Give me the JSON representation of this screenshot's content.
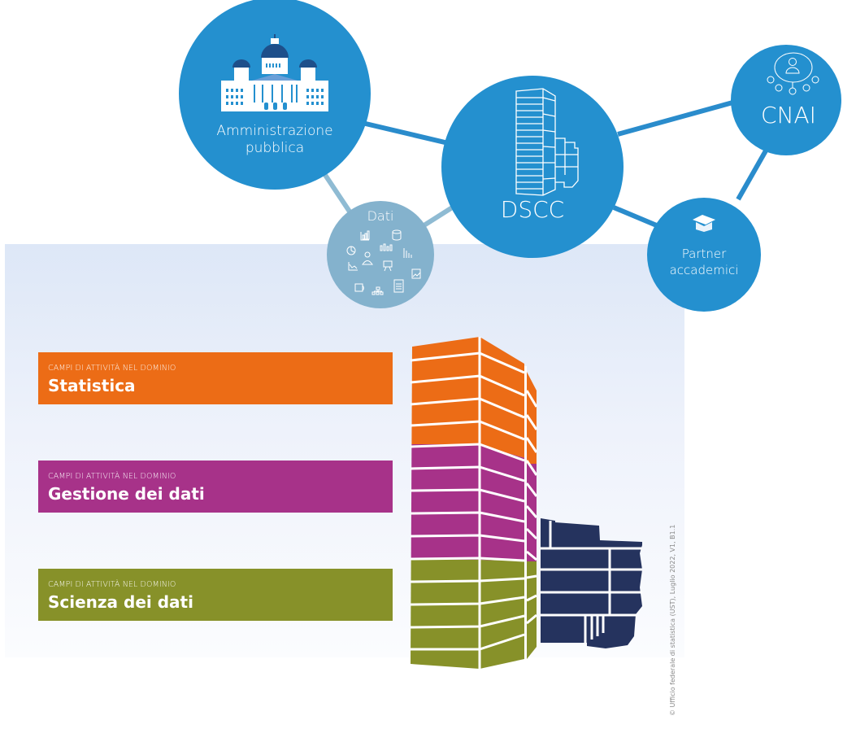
{
  "colors": {
    "node_blue": "#2490cf",
    "dati_blue": "#84b2cd",
    "link_blue": "#2a8ccc",
    "link_light": "#8fbbd3",
    "statistica": "#ec6c16",
    "gestione": "#a73289",
    "scienza": "#879129",
    "annex_navy": "#25335e",
    "dome_navy": "#1e4f8a"
  },
  "nodes": {
    "amministrazione": {
      "line1": "Amministrazione",
      "line2": "pubblica",
      "icon": "parliament-building-icon"
    },
    "dati": {
      "label": "Dati",
      "icon": "data-icons-cluster"
    },
    "dscc": {
      "label": "DSCC",
      "icon": "tower-building-icon"
    },
    "cnai": {
      "label": "CNAI",
      "icon": "network-person-icon"
    },
    "partner": {
      "line1": "Partner",
      "line2": "accademici",
      "icon": "graduation-cap-icon"
    }
  },
  "domains": [
    {
      "kicker": "CAMPI DI ATTIVITÀ NEL DOMINIO",
      "title": "Statistica"
    },
    {
      "kicker": "CAMPI DI ATTIVITÀ NEL DOMINIO",
      "title": "Gestione dei dati"
    },
    {
      "kicker": "CAMPI DI ATTIVITÀ NEL DOMINIO",
      "title": "Scienza dei dati"
    }
  ],
  "credit": "© Ufficio federale di statistica (UST), Luglio 2022, V1, B1.1"
}
